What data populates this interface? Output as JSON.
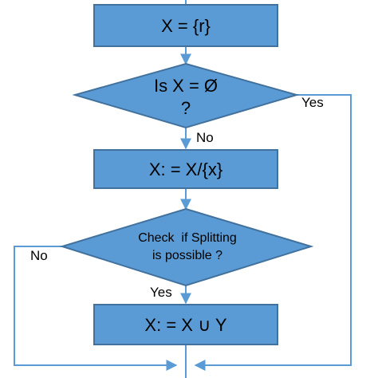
{
  "diagram": {
    "nodes": {
      "init": {
        "label": "X = {r}"
      },
      "empty_check": {
        "line1": "Is X = Ø",
        "line2": "?"
      },
      "remove": {
        "label": "X: = X/{x}"
      },
      "split_check": {
        "line1": "Check  if Splitting",
        "line2": "is possible ?"
      },
      "union": {
        "label": "X: = X ∪ Y"
      }
    },
    "edges": {
      "empty_yes": "Yes",
      "empty_no": "No",
      "split_yes": "Yes",
      "split_no": "No"
    },
    "colors": {
      "fill": "#5b9bd5",
      "border": "#41719c",
      "connector": "#5b9bd5",
      "text": "#000000"
    }
  }
}
